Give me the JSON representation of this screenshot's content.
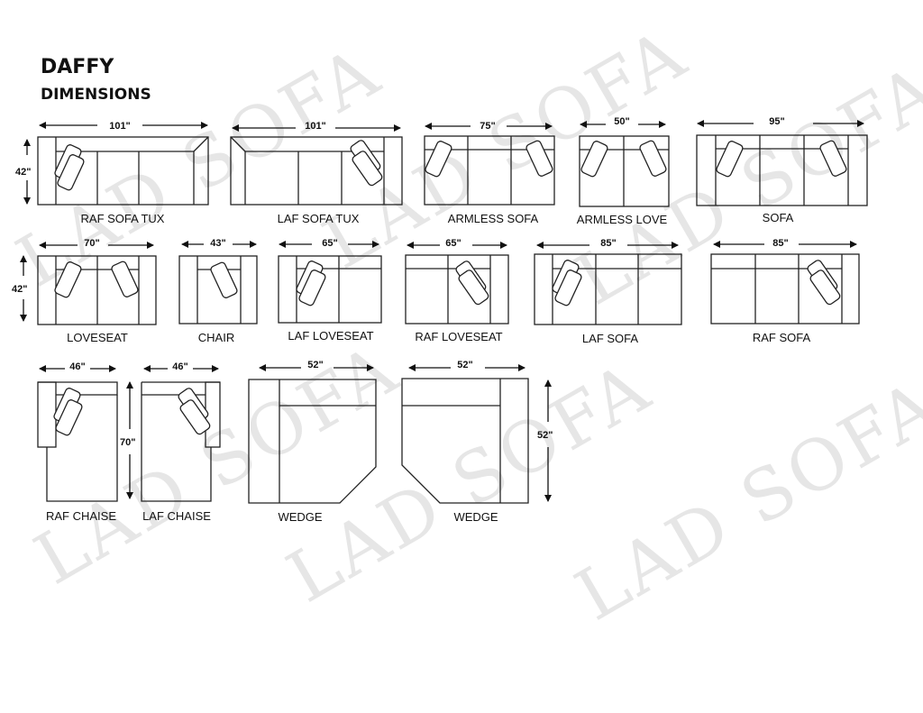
{
  "header": {
    "title": "DAFFY",
    "subtitle": "DIMENSIONS"
  },
  "watermark": "LAD SOFA",
  "depths": {
    "row1": "42\"",
    "row2": "42\"",
    "chaise": "70\"",
    "wedge": "52\""
  },
  "pieces": [
    {
      "name": "RAF SOFA TUX",
      "width": "101\""
    },
    {
      "name": "LAF SOFA TUX",
      "width": "101\""
    },
    {
      "name": "ARMLESS SOFA",
      "width": "75\""
    },
    {
      "name": "ARMLESS LOVE",
      "width": "50\""
    },
    {
      "name": "SOFA",
      "width": "95\""
    },
    {
      "name": "LOVESEAT",
      "width": "70\""
    },
    {
      "name": "CHAIR",
      "width": "43\""
    },
    {
      "name": "LAF LOVESEAT",
      "width": "65\""
    },
    {
      "name": "RAF LOVESEAT",
      "width": "65\""
    },
    {
      "name": "LAF SOFA",
      "width": "85\""
    },
    {
      "name": "RAF SOFA",
      "width": "85\""
    },
    {
      "name": "RAF CHAISE",
      "width": "46\""
    },
    {
      "name": "LAF CHAISE",
      "width": "46\""
    },
    {
      "name": "WEDGE",
      "width": "52\""
    },
    {
      "name": "WEDGE",
      "width": "52\""
    }
  ]
}
